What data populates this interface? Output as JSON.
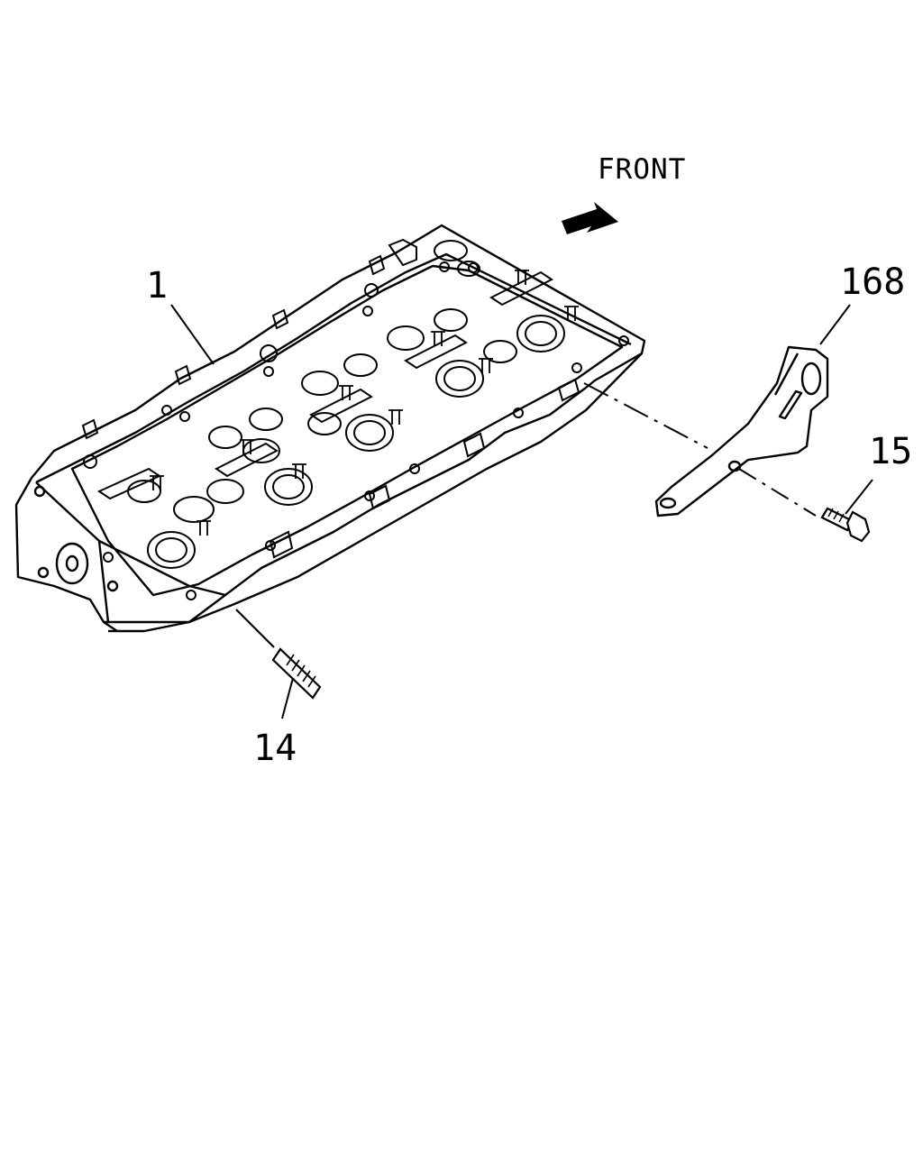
{
  "diagram": {
    "orientation_label": "FRONT",
    "callouts": {
      "cylinder_head": "1",
      "bracket": "168",
      "bolt": "15",
      "stud": "14"
    }
  },
  "colors": {
    "line": "#000000",
    "background": "#ffffff"
  }
}
